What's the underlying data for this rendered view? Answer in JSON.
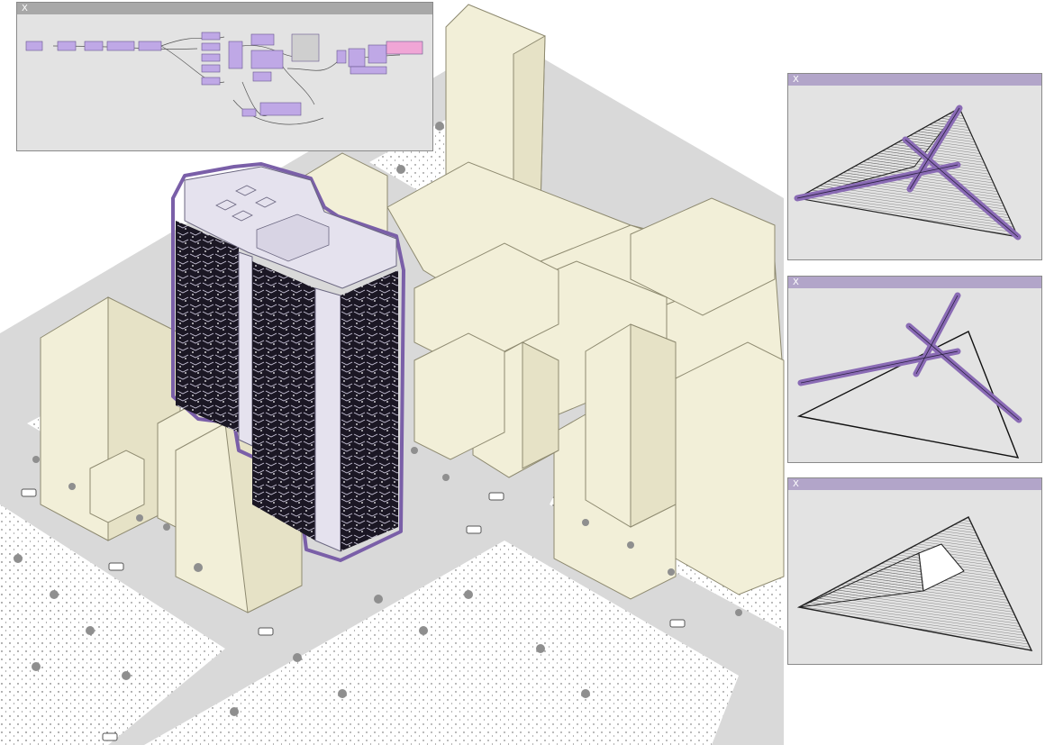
{
  "colors": {
    "building_fill": "#f2efd8",
    "building_stroke": "#8e8a70",
    "road": "#d9d9d9",
    "ground": "#ffffff",
    "tower_body": "#e5e2ee",
    "tower_facade": "#1b1724",
    "tower_outline": "#7a5fa8",
    "accent_purple": "#8a6bb5",
    "window_bg": "#e3e3e3",
    "preview_titlebar": "#b2a5c9",
    "gh_titlebar": "#a8a8a8",
    "gh_component": "#bfa8e6",
    "gh_component_pink": "#f0a6d6"
  },
  "windows": {
    "grasshopper": {
      "close_label": "X"
    },
    "preview_1": {
      "close_label": "X"
    },
    "preview_2": {
      "close_label": "X"
    },
    "preview_3": {
      "close_label": "X"
    }
  },
  "icons": {
    "close": "close-icon",
    "car": "car-icon",
    "tree": "tree-icon"
  }
}
